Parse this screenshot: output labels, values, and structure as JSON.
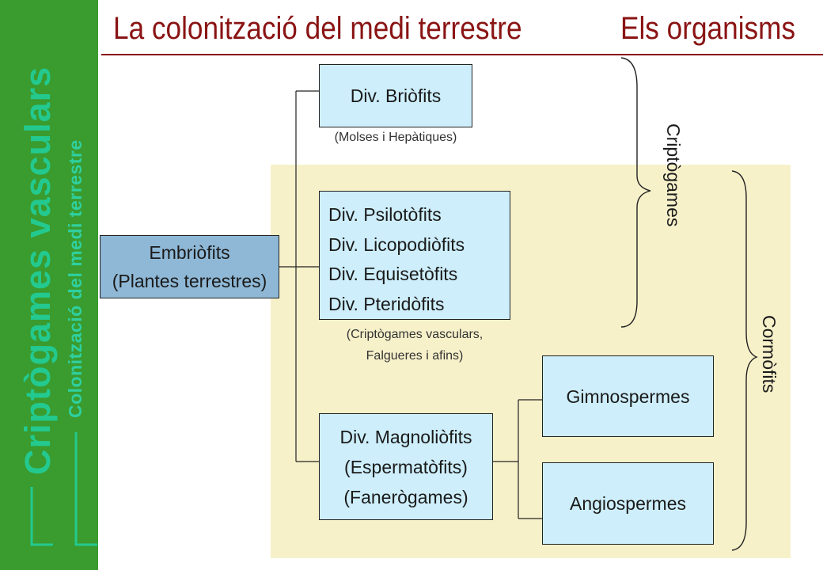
{
  "sidebar": {
    "main": "Criptògames vasculars",
    "sub": "Colonització del medi terrestre"
  },
  "header": {
    "title_left": "La colonització del medi terrestre",
    "title_right": "Els organisms"
  },
  "diagram": {
    "root": {
      "lines": [
        "Embriòfits",
        "(Plantes terrestres)"
      ]
    },
    "bryophytes": {
      "label": "Div. Briòfits",
      "note": "(Molses i Hepàtiques)"
    },
    "pteridophytes": {
      "lines": [
        "Div. Psilotòfits",
        "Div. Licopodiòfits",
        "Div. Equisetòfits",
        "Div. Pteridòfits"
      ],
      "note_lines": [
        "(Criptògames vasculars,",
        "Falgueres i afins)"
      ]
    },
    "magnoliophytes": {
      "lines": [
        "Div. Magnoliòfits",
        "(Espermatòfits)",
        "(Fanerògames)"
      ]
    },
    "gymnosperms": {
      "label": "Gimnospermes"
    },
    "angiosperms": {
      "label": "Angiospermes"
    },
    "group_cryptogams": "Criptògames",
    "group_cormophytes": "Cormòfits"
  },
  "colors": {
    "sidebar_bg": "#3a9b2e",
    "sidebar_text": "#23c98f",
    "title": "#8a1414",
    "box_fill": "#cdeefa",
    "root_fill": "#8fb8d6",
    "highlight_bg": "#f7f1ca"
  }
}
